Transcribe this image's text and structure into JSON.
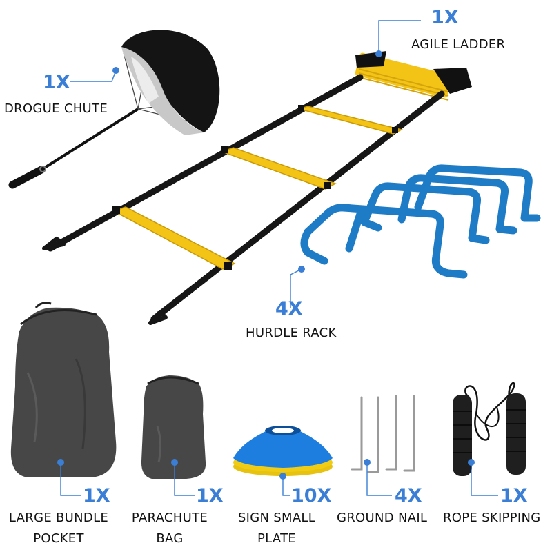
{
  "colors": {
    "accent": "#3a7fd5",
    "ladder_yellow": "#f3c316",
    "hurdle_blue": "#1e7bc6",
    "strap_black": "#1a1a1a",
    "bag_gray": "#454545",
    "text": "#111111"
  },
  "items": [
    {
      "id": "drogue_chute",
      "qty": "1X",
      "name": "DROGUE CHUTE",
      "icon": "parachute-icon"
    },
    {
      "id": "agile_ladder",
      "qty": "1X",
      "name": "AGILE LADDER",
      "icon": "ladder-icon"
    },
    {
      "id": "hurdle_rack",
      "qty": "4X",
      "name": "HURDLE RACK",
      "icon": "hurdle-icon"
    },
    {
      "id": "large_bundle_pocket",
      "qty": "1X",
      "name_lines": [
        "LARGE BUNDLE",
        "POCKET"
      ],
      "icon": "drawstring-bag-icon"
    },
    {
      "id": "parachute_bag",
      "qty": "1X",
      "name_lines": [
        "PARACHUTE",
        "BAG"
      ],
      "icon": "small-bag-icon"
    },
    {
      "id": "sign_small_plate",
      "qty": "10X",
      "name_lines": [
        "SIGN SMALL",
        "PLATE"
      ],
      "icon": "cone-icon"
    },
    {
      "id": "ground_nail",
      "qty": "4X",
      "name": "GROUND NAIL",
      "icon": "stake-icon"
    },
    {
      "id": "rope_skipping",
      "qty": "1X",
      "name": "ROPE SKIPPING",
      "icon": "jump-rope-icon"
    }
  ]
}
